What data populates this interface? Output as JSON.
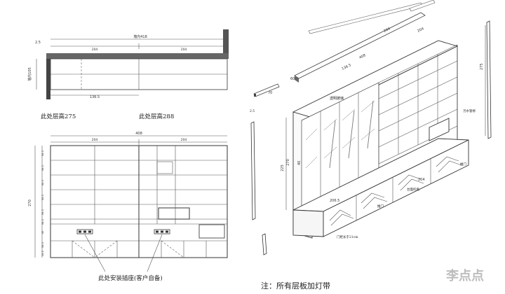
{
  "top_view": {
    "inner_width": "墙内418",
    "dim_left_offset": "2.5",
    "seg_left": "204",
    "seg_right": "204",
    "depth_label": "墙内105",
    "bottom_dim": "136.5",
    "floor_note_left": "此处层高275",
    "floor_note_right": "此处层高288"
  },
  "front_view": {
    "total_width": "408",
    "seg_left": "204",
    "seg_right": "204",
    "height_label": "270",
    "row_dims": [
      "34.1",
      "34.1",
      "34.1",
      "34.1",
      "34.1",
      "34.1",
      "40",
      "34.1",
      "14.2"
    ],
    "socket_note": "此处安装插座(客户自备)"
  },
  "iso_view": {
    "label_glass_door": "透明玻璃",
    "label_height_225": "225",
    "label_height_270": "270",
    "label_width_408": "408",
    "label_width_204a": "204",
    "label_width_204b": "204",
    "label_depth_70": "70",
    "label_depth_60": "60",
    "label_136": "136.5",
    "label_2_5": "2.5",
    "label_tall_right": "275",
    "label_lamp_right": "污水管修",
    "label_door_mid": "推门",
    "label_door_right": "推门",
    "label_bottom_tray": "台面托盘",
    "label_bottom_measure": "门柜长于21cm",
    "label_dim_206": "206.5",
    "label_dim_204_bottom": "204",
    "label_side_40": "40"
  },
  "footer_note": "注：所有层板加灯带",
  "watermark": "李点点"
}
